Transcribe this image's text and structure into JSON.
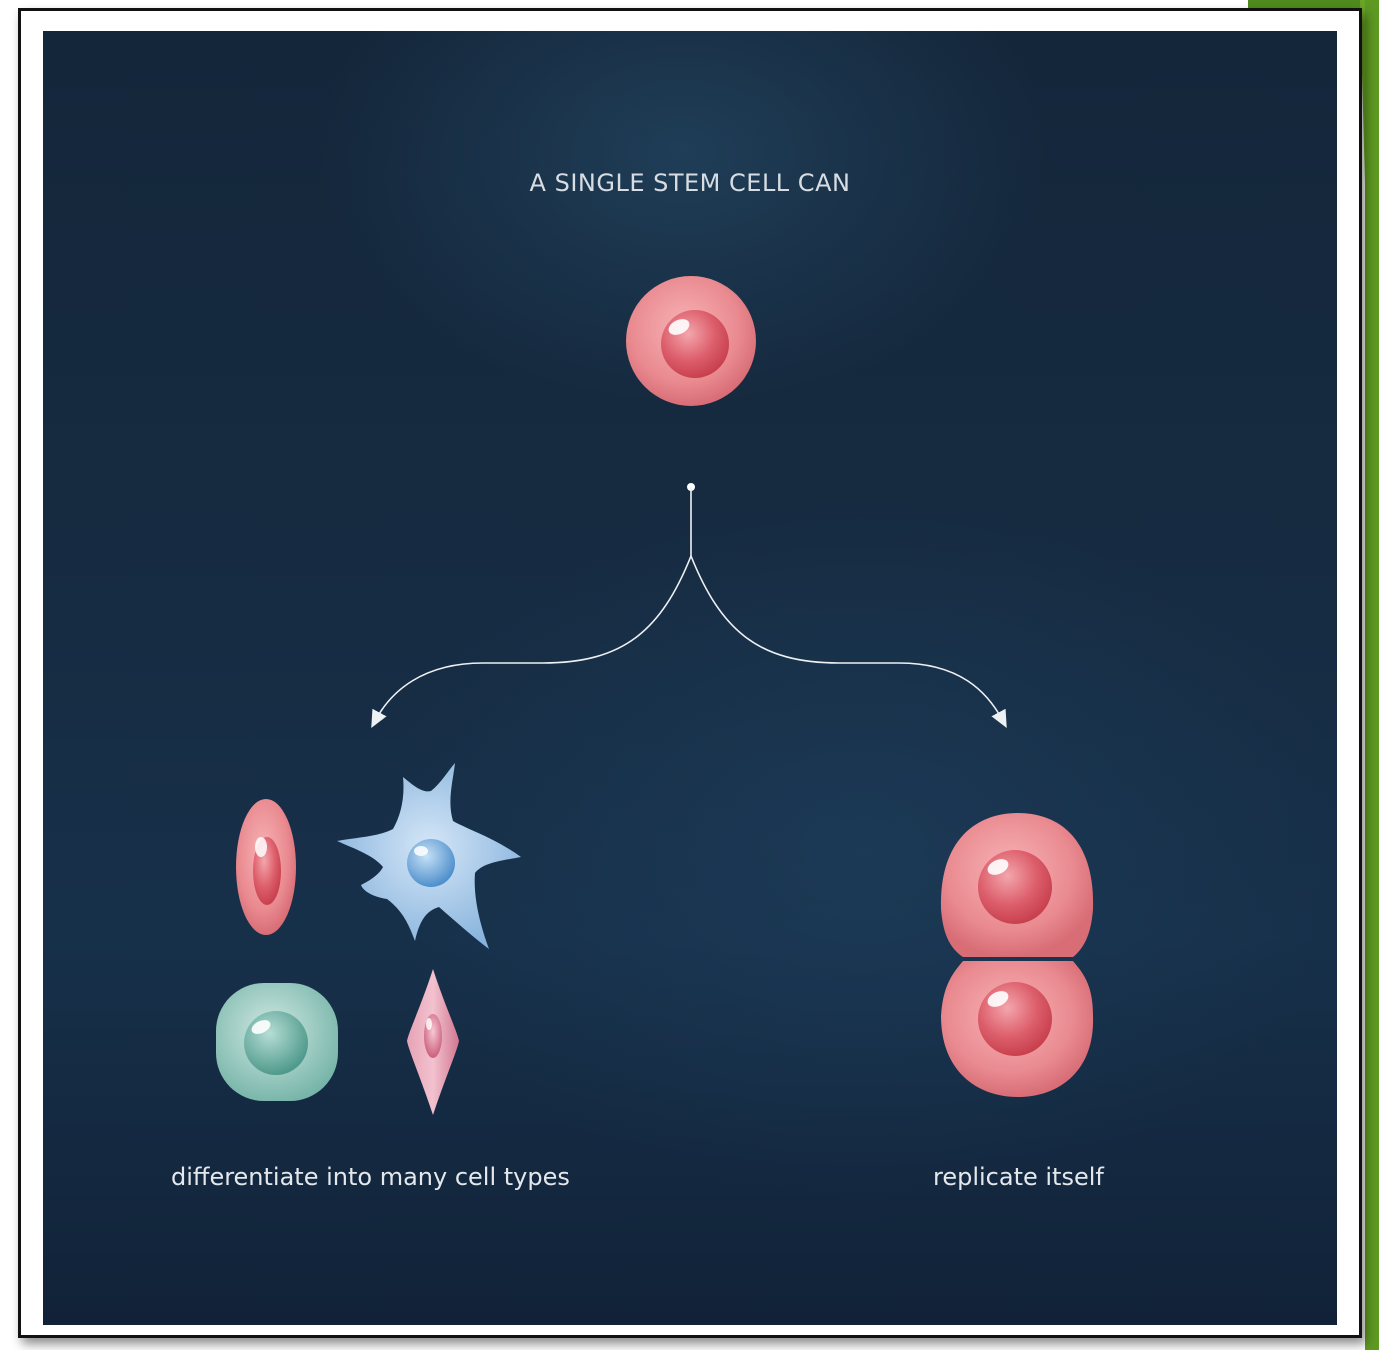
{
  "diagram": {
    "title": "A SINGLE  STEM CELL CAN",
    "branch_left": {
      "label": "differentiate into many cell types",
      "cells": [
        "red-blood-cell",
        "nerve-cell",
        "epithelial-cell",
        "muscle-cell"
      ]
    },
    "branch_right": {
      "label": "replicate itself",
      "cells": [
        "daughter-stem-cell",
        "daughter-stem-cell"
      ]
    }
  },
  "colors": {
    "background": "#162b41",
    "stem_cell": "#e8838b",
    "nerve_cell": "#8fb9e0",
    "epithelial_cell": "#7ebdb0",
    "muscle_cell": "#d8829a",
    "accent_green": "#6aa527"
  }
}
